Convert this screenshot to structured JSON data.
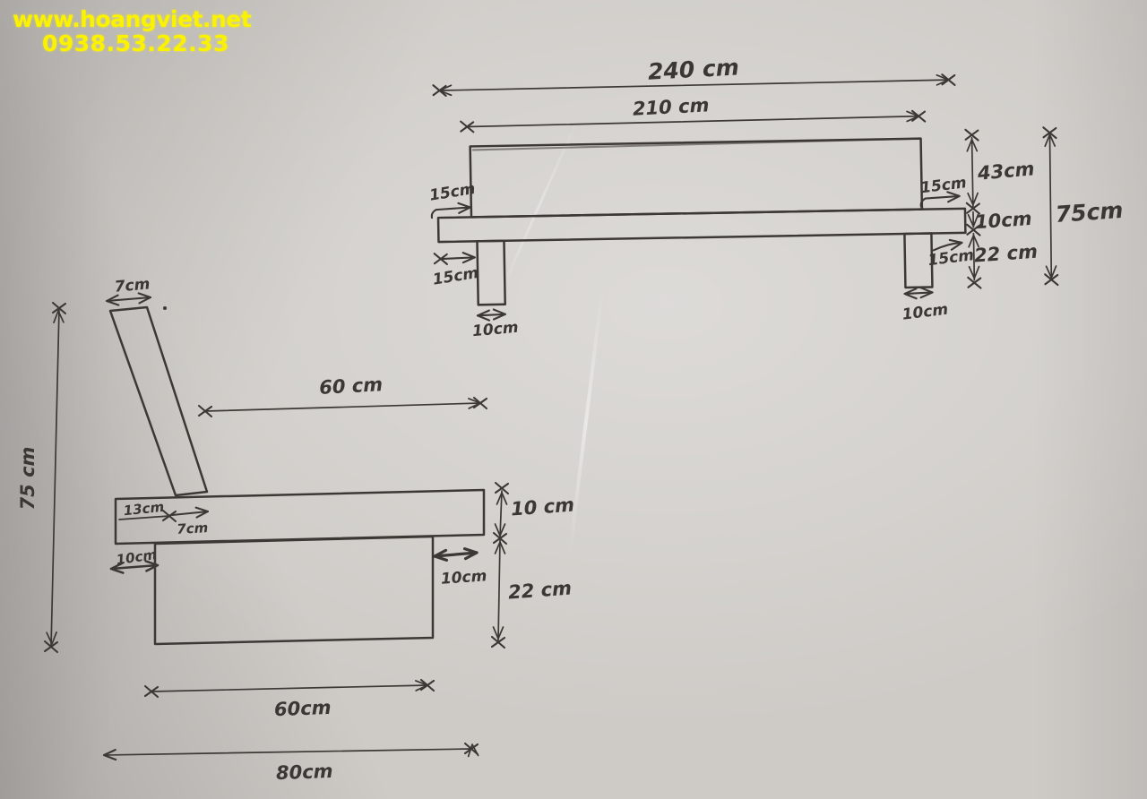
{
  "watermark": {
    "website": "www.hoangviet.net",
    "phone": "0938.53.22.33",
    "color": "#fbf200"
  },
  "sketch": {
    "ink_color": "#3c3835",
    "paper_color": "#cecbc7",
    "description": "hand-drawn sofa/bed frame dimension sketch, front view and side view"
  },
  "front_view": {
    "overall_width": "240 cm",
    "frame_width": "210 cm",
    "inset_top_left": "15cm",
    "inset_top_right": "15cm",
    "inset_bottom_left": "15cm",
    "inset_bottom_right": "15cm",
    "leg_width_left": "10cm",
    "leg_width_right": "10cm",
    "headboard_height": "43cm",
    "plank_thickness": "10cm",
    "leg_height": "22 cm",
    "total_height": "75cm"
  },
  "side_view": {
    "total_height": "75 cm",
    "backrest_top_thickness": "7cm",
    "seat_depth": "60 cm",
    "backrest_offset": "13cm",
    "backrest_bottom_thickness": "7cm",
    "seat_thickness": "10 cm",
    "base_inset_left": "10cm",
    "base_inset_right": "10cm",
    "base_height": "22 cm",
    "base_width": "60cm",
    "overall_depth": "80cm"
  }
}
